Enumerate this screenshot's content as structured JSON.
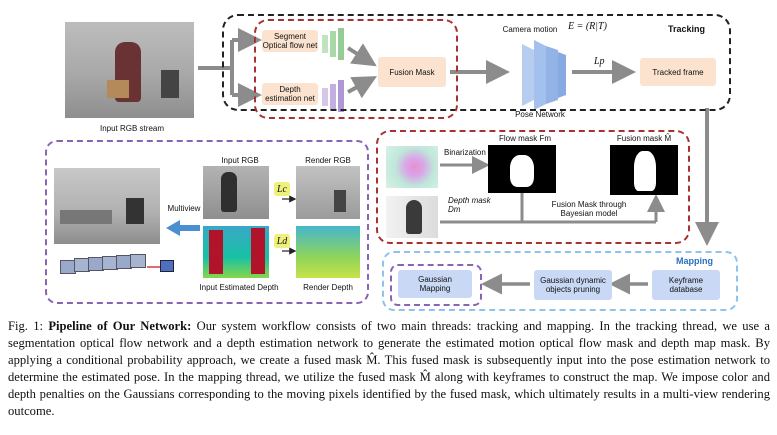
{
  "tracking": {
    "title": "Tracking",
    "segment_label": "Segment\nOptical flow net",
    "depth_label": "Depth\nestimation net",
    "fusion_mask_label": "Fusion Mask",
    "camera_motion_label": "Camera motion",
    "equation": "E = (R|T)",
    "pose_network_label": "Pose Network",
    "lp_label": "Lp",
    "tracked_frame_label": "Tracked frame",
    "input_label": "Input RGB stream"
  },
  "fusion_detail": {
    "binarization_label": "Binarization",
    "flow_mask_label": "Flow mask Fm",
    "fusion_mask_label": "Fusion mask M̂",
    "depth_mask_label": "Depth mask\nDm",
    "bayesian_label": "Fusion Mask through\nBayesian model"
  },
  "render": {
    "input_rgb_label": "Input RGB",
    "render_rgb_label": "Render RGB",
    "input_depth_label": "Input Estimated Depth",
    "render_depth_label": "Render Depth",
    "multiview_label": "Multiview",
    "lc_label": "Lc",
    "ld_label": "Ld"
  },
  "mapping": {
    "title": "Mapping",
    "keyframe_label": "Keyframe\ndatabase",
    "pruning_label": "Gaussian dynamic\nobjects pruning",
    "gaussian_mapping_label": "Gaussian\nMapping"
  },
  "caption": {
    "fig_label": "Fig. 1:",
    "bold_title": "Pipeline of Our Network:",
    "text": "Our system workflow consists of two main threads: tracking and mapping. In the tracking thread, we use a segmentation optical flow network and a depth estimation network to generate the estimated motion optical flow mask and depth map mask. By applying a conditional probability approach, we create a fused mask M̂. This fused mask is subsequently input into the pose estimation network to determine the estimated pose. In the mapping thread, we utilize the fused mask M̂ along with keyframes to construct the map. We impose color and depth penalties on the Gaussians corresponding to the moving pixels identified by the fused mask, which ultimately results in a multi-view rendering outcome."
  },
  "colors": {
    "tracking_border": "#222222",
    "fusion_border": "#a83232",
    "render_border": "#8a64b4",
    "mapping_border": "#8fc3ea",
    "peach_box": "#fbe3cf",
    "blue_box": "#c9d8f4",
    "arrow_gray": "#8c8c8c",
    "mapping_title": "#2a6fc0",
    "l_label_bg": "#eef07a"
  }
}
